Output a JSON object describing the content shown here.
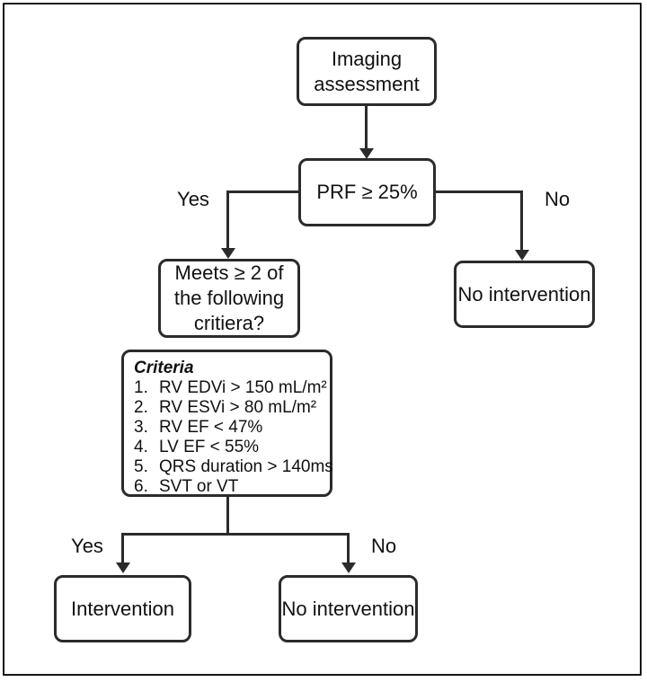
{
  "diagram": {
    "type": "flowchart",
    "nodes": {
      "imaging_assessment": "Imaging\nassessment",
      "prf_decision": "PRF ≥ 25%",
      "meets_criteria": "Meets ≥ 2 of\nthe following\ncritiera?",
      "no_intervention_right": "No intervention",
      "intervention": "Intervention",
      "no_intervention_bottom": "No intervention"
    },
    "criteria": {
      "title": "Criteria",
      "items": [
        {
          "num": "1.",
          "text": "RV EDVi > 150 mL/m²"
        },
        {
          "num": "2.",
          "text": "RV ESVi > 80 mL/m²"
        },
        {
          "num": "3.",
          "text": "RV EF < 47%"
        },
        {
          "num": "4.",
          "text": "LV EF < 55%"
        },
        {
          "num": "5.",
          "text": "QRS duration > 140ms"
        },
        {
          "num": "6.",
          "text": "SVT or VT"
        }
      ]
    },
    "edge_labels": {
      "prf_yes": "Yes",
      "prf_no": "No",
      "criteria_yes": "Yes",
      "criteria_no": "No"
    },
    "colors": {
      "line": "#2b2b2b",
      "box_border": "#2b2b2b",
      "box_fill": "#ffffff",
      "text": "#111111",
      "background": "#ffffff"
    }
  }
}
